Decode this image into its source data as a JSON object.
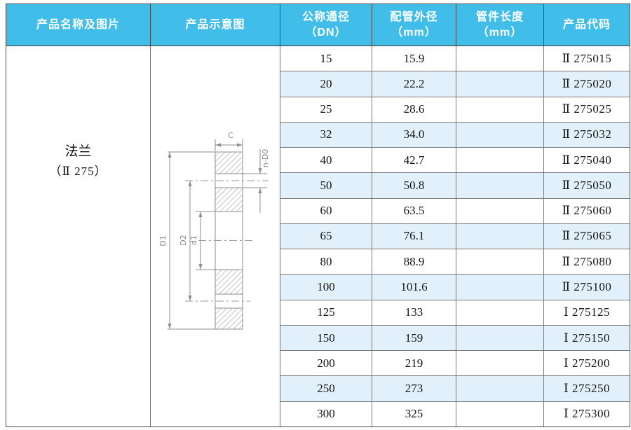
{
  "header": {
    "columns": [
      {
        "line1": "产品名称及图片",
        "line2": ""
      },
      {
        "line1": "产品示意图",
        "line2": ""
      },
      {
        "line1": "公称通径",
        "line2": "（DN）"
      },
      {
        "line1": "配管外径",
        "line2": "（mm）"
      },
      {
        "line1": "管件长度",
        "line2": "（mm）"
      },
      {
        "line1": "产品代码",
        "line2": ""
      }
    ]
  },
  "product": {
    "name": "法兰",
    "model": "（Ⅱ 275）"
  },
  "diagram": {
    "labels": {
      "width_c": "C",
      "bolt_holes": "n-D0",
      "outer_diameter": "D1",
      "bolt_circle": "D2",
      "bore": "d1"
    }
  },
  "table": {
    "rows": [
      {
        "dn": "15",
        "od": "15.9",
        "len": "",
        "code": "Ⅱ 275015"
      },
      {
        "dn": "20",
        "od": "22.2",
        "len": "",
        "code": "Ⅱ 275020"
      },
      {
        "dn": "25",
        "od": "28.6",
        "len": "",
        "code": "Ⅱ 275025"
      },
      {
        "dn": "32",
        "od": "34.0",
        "len": "",
        "code": "Ⅱ 275032"
      },
      {
        "dn": "40",
        "od": "42.7",
        "len": "",
        "code": "Ⅱ 275040"
      },
      {
        "dn": "50",
        "od": "50.8",
        "len": "",
        "code": "Ⅱ 275050"
      },
      {
        "dn": "60",
        "od": "63.5",
        "len": "",
        "code": "Ⅱ 275060"
      },
      {
        "dn": "65",
        "od": "76.1",
        "len": "",
        "code": "Ⅱ 275065"
      },
      {
        "dn": "80",
        "od": "88.9",
        "len": "",
        "code": "Ⅱ 275080"
      },
      {
        "dn": "100",
        "od": "101.6",
        "len": "",
        "code": "Ⅱ 275100"
      },
      {
        "dn": "125",
        "od": "133",
        "len": "",
        "code": "Ⅰ 275125"
      },
      {
        "dn": "150",
        "od": "159",
        "len": "",
        "code": "Ⅰ 275150"
      },
      {
        "dn": "200",
        "od": "219",
        "len": "",
        "code": "Ⅰ 275200"
      },
      {
        "dn": "250",
        "od": "273",
        "len": "",
        "code": "Ⅰ 275250"
      },
      {
        "dn": "300",
        "od": "325",
        "len": "",
        "code": "Ⅰ 275300"
      }
    ]
  },
  "colors": {
    "header_bg": "#40bee9",
    "header_text": "#ffffff",
    "alt_row_bg": "#e1f0fb",
    "border": "#7c7c7c",
    "outer_border": "#4a4a4a",
    "data_text": "#151515",
    "diagram_line": "#8e8e8e"
  }
}
